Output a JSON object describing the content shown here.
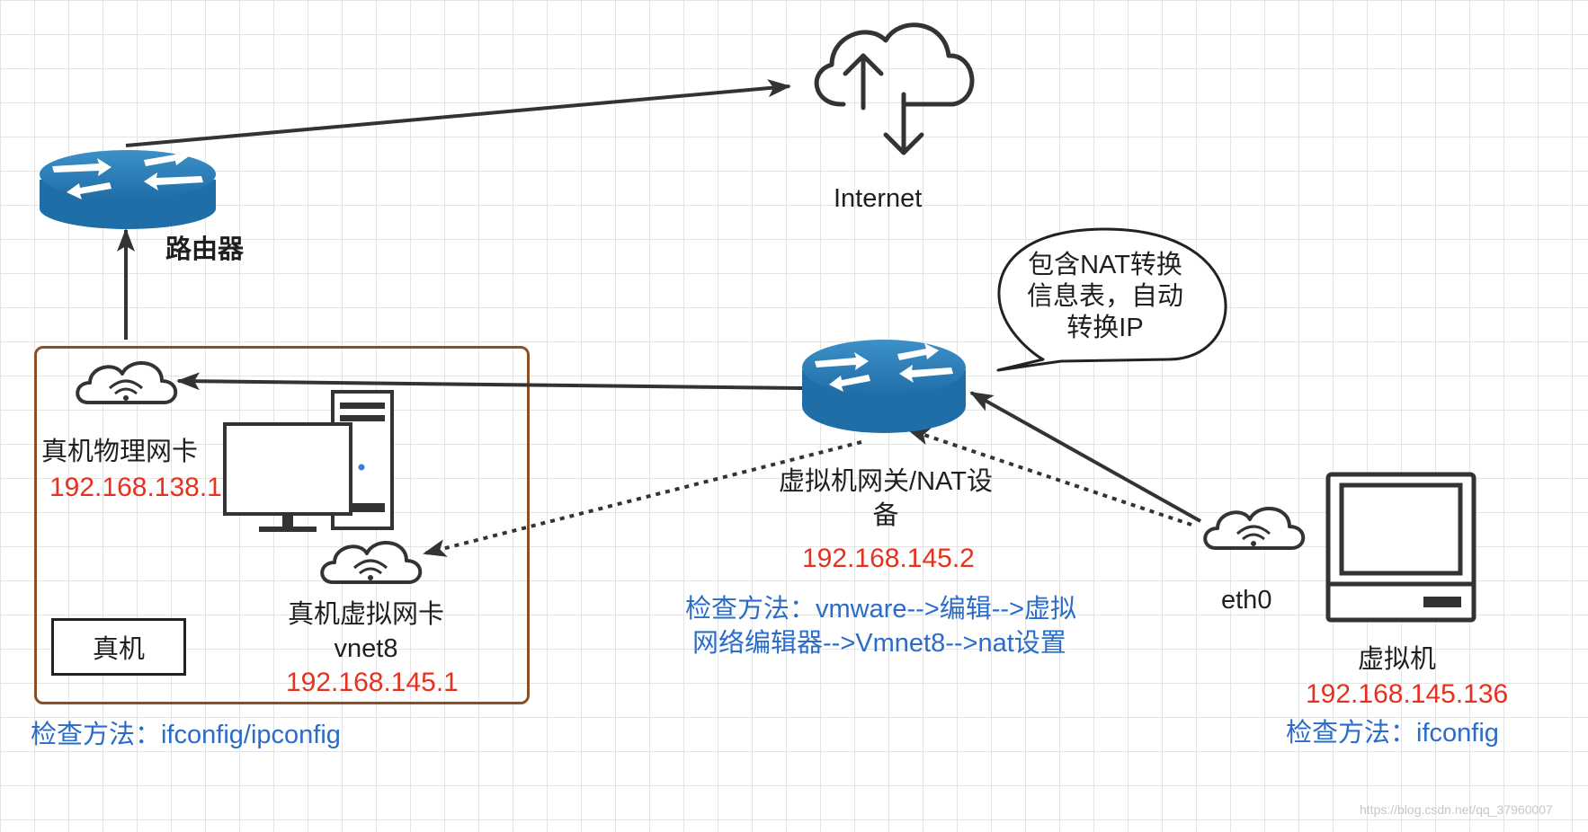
{
  "internet": {
    "label": "Internet"
  },
  "router": {
    "label": "路由器"
  },
  "host": {
    "physical_nic": {
      "name": "真机物理网卡",
      "ip": "192.168.138.1"
    },
    "virtual_nic": {
      "name": "真机虚拟网卡",
      "iface": "vnet8",
      "ip": "192.168.145.1"
    },
    "box_label": "真机",
    "check_method": "检查方法：ifconfig/ipconfig"
  },
  "nat_gateway": {
    "label_line1": "虚拟机网关/NAT设",
    "label_line2": "备",
    "ip": "192.168.145.2",
    "check_line1": "检查方法：vmware-->编辑-->虚拟",
    "check_line2": "网络编辑器-->Vmnet8-->nat设置",
    "bubble": [
      "包含NAT转换",
      "信息表，自动",
      "转换IP"
    ]
  },
  "vm": {
    "iface": "eth0",
    "label": "虚拟机",
    "ip": "192.168.145.136",
    "check_method": "检查方法：ifconfig"
  },
  "watermark": "https://blog.csdn.net/qq_37960007",
  "colors": {
    "ip_red": "#e8301e",
    "method_blue": "#2b6cc8",
    "router_blue": "#1f6ea8",
    "host_box_border": "#8b4f24"
  }
}
